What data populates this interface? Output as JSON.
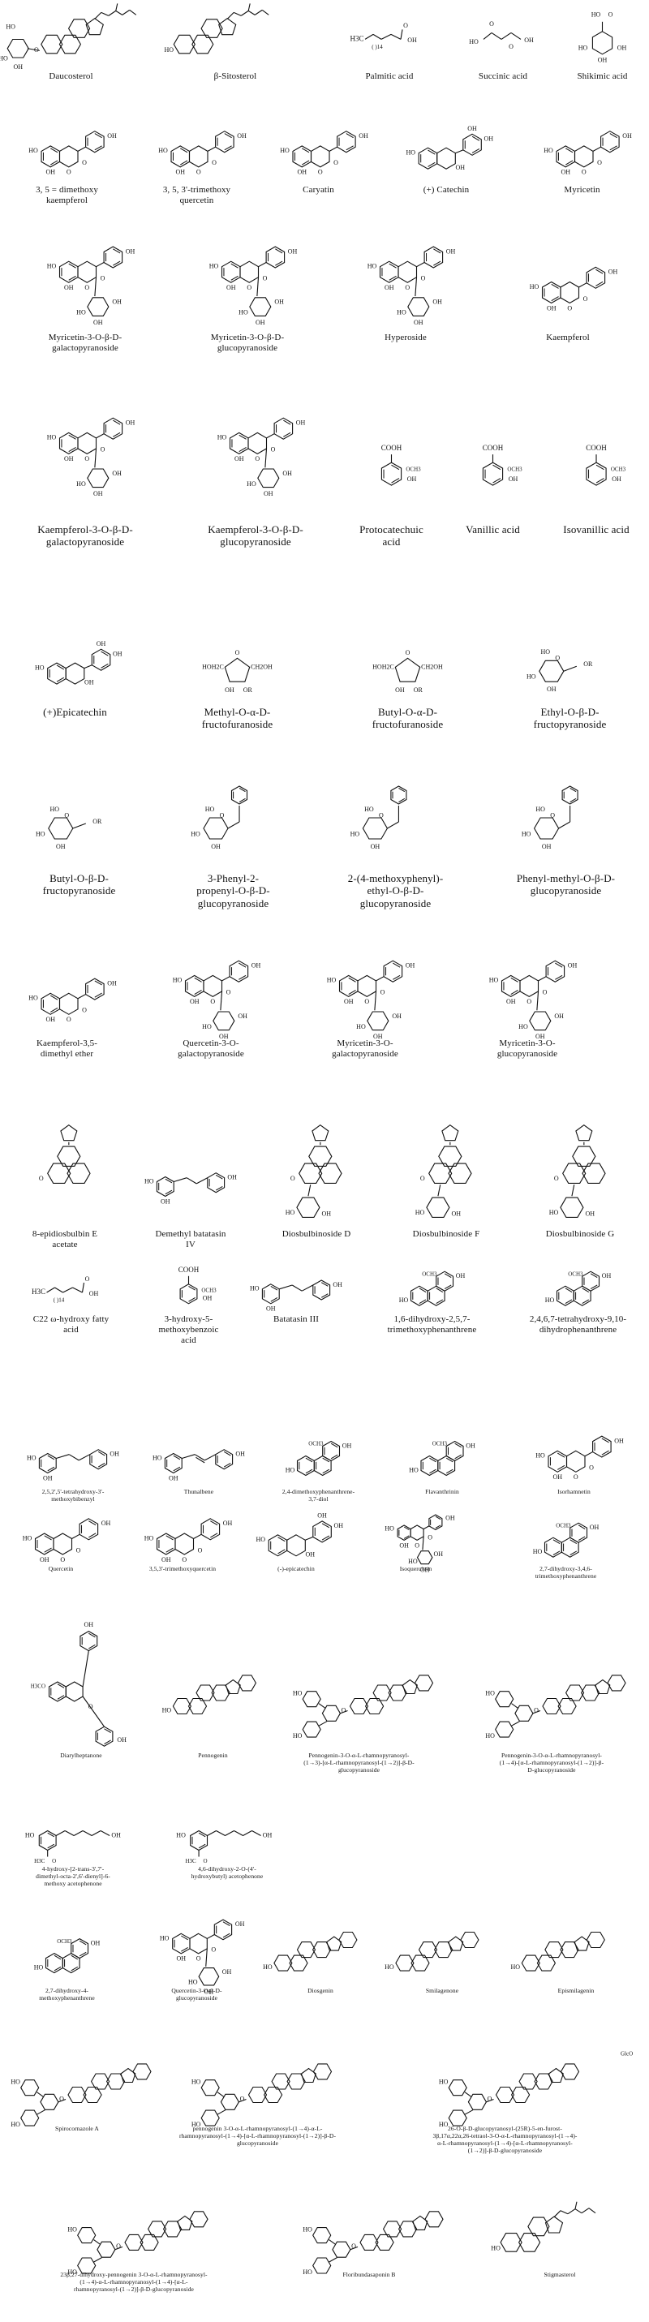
{
  "compounds": [
    {
      "id": "daucosterol",
      "label": "Daucosterol",
      "kind": "steroid_glycoside"
    },
    {
      "id": "beta-sitosterol",
      "label": "β-Sitosterol",
      "kind": "steroid"
    },
    {
      "id": "palmitic-acid",
      "label": "Palmitic acid",
      "kind": "fatty",
      "formula": "H3C-(CH2)14-COOH"
    },
    {
      "id": "succinic-acid",
      "label": "Succinic acid",
      "kind": "chain"
    },
    {
      "id": "shikimic-acid",
      "label": "Shikimic acid",
      "kind": "ring_acid"
    },
    {
      "id": "dimethoxy-kaempferol",
      "label": "3, 5 = dimethoxy\nkaempferol",
      "kind": "flavone"
    },
    {
      "id": "trimethoxy-quercetin",
      "label": "3, 5, 3'-trimethoxy\nquercetin",
      "kind": "flavone"
    },
    {
      "id": "caryatin",
      "label": "Caryatin",
      "kind": "flavone"
    },
    {
      "id": "catechin",
      "label": "(+) Catechin",
      "kind": "flavan"
    },
    {
      "id": "myricetin",
      "label": "Myricetin",
      "kind": "flavone"
    },
    {
      "id": "myricetin-3-gal",
      "label": "Myricetin-3-O-β-D-\ngalactopyranoside",
      "kind": "flavone_glycoside"
    },
    {
      "id": "myricetin-3-glc",
      "label": "Myricetin-3-O-β-D-\nglucopyranoside",
      "kind": "flavone_glycoside"
    },
    {
      "id": "hyperoside",
      "label": "Hyperoside",
      "kind": "flavone_glycoside"
    },
    {
      "id": "kaempferol",
      "label": "Kaempferol",
      "kind": "flavone"
    },
    {
      "id": "kaempferol-3-gal",
      "label": "Kaempferol-3-O-β-D-\ngalactopyranoside",
      "kind": "flavone_glycoside"
    },
    {
      "id": "kaempferol-3-glc",
      "label": "Kaempferol-3-O-β-D-\nglucopyranoside",
      "kind": "flavone_glycoside"
    },
    {
      "id": "protocatechuic-acid",
      "label": "Protocatechuic\nacid",
      "kind": "benzoic"
    },
    {
      "id": "vanillic-acid",
      "label": "Vanillic acid",
      "kind": "benzoic"
    },
    {
      "id": "isovanillic-acid",
      "label": "Isovanillic acid",
      "kind": "benzoic"
    },
    {
      "id": "epicatechin",
      "label": "(+)Epicatechin",
      "kind": "flavan"
    },
    {
      "id": "methyl-fructofuranoside",
      "label": "Methyl-O-α-D-\nfructofuranoside",
      "kind": "furanose"
    },
    {
      "id": "butyl-fructofuranoside",
      "label": "Butyl-O-α-D-\nfructofuranoside",
      "kind": "furanose"
    },
    {
      "id": "ethyl-fructopyranoside",
      "label": "Ethyl-O-β-D-\nfructopyranoside",
      "kind": "pyranose"
    },
    {
      "id": "butyl-fructopyranoside",
      "label": "Butyl-O-β-D-\nfructopyranoside",
      "kind": "pyranose"
    },
    {
      "id": "phenyl-propenyl-glc",
      "label": "3-Phenyl-2-\npropenyl-O-β-D-\nglucopyranoside",
      "kind": "aryl_glycoside"
    },
    {
      "id": "methoxyphenyl-ethyl-glc",
      "label": "2-(4-methoxyphenyl)-\nethyl-O-β-D-\nglucopyranoside",
      "kind": "aryl_glycoside"
    },
    {
      "id": "phenyl-methyl-glc",
      "label": "Phenyl-methyl-O-β-D-\nglucopyranoside",
      "kind": "aryl_glycoside"
    },
    {
      "id": "kaempferol-dimethyl-ether",
      "label": "Kaempferol-3,5-\ndimethyl ether",
      "kind": "flavone"
    },
    {
      "id": "quercetin-3-gal",
      "label": "Quercetin-3-O-\ngalactopyranoside",
      "kind": "flavone_glycoside"
    },
    {
      "id": "myricetin-3-o-gal",
      "label": "Myricetin-3-O-\ngalactopyranoside",
      "kind": "flavone_glycoside"
    },
    {
      "id": "myricetin-3-o-glc",
      "label": "Myricetin-3-O-\nglucopyranoside",
      "kind": "flavone_glycoside"
    },
    {
      "id": "epidiosbulbin-e-acetate",
      "label": "8-epidiosbulbin E\nacetate",
      "kind": "diterpene"
    },
    {
      "id": "demethyl-batatasin-iv",
      "label": "Demethyl batatasin\nIV",
      "kind": "bibenzyl"
    },
    {
      "id": "diosbulbinoside-d",
      "label": "Diosbulbinoside D",
      "kind": "diterpene_glycoside"
    },
    {
      "id": "diosbulbinoside-f",
      "label": "Diosbulbinoside F",
      "kind": "diterpene_glycoside"
    },
    {
      "id": "diosbulbinoside-g",
      "label": "Diosbulbinoside G",
      "kind": "diterpene_glycoside"
    },
    {
      "id": "c22-fatty-acid",
      "label": "C22 ω-hydroxy fatty\nacid",
      "kind": "fatty"
    },
    {
      "id": "hydroxy-methoxybenzoic",
      "label": "3-hydroxy-5-\nmethoxybenzoic\nacid",
      "kind": "benzoic"
    },
    {
      "id": "batatasin-iii",
      "label": "Batatasin III",
      "kind": "bibenzyl"
    },
    {
      "id": "dihydroxy-trimethoxyphenanthrene",
      "label": "1,6-dihydroxy-2,5,7-\ntrimethoxyphenanthrene",
      "kind": "phenanthrene"
    },
    {
      "id": "tetrahydroxy-dihydrophenanthrene",
      "label": "2,4,6,7-tetrahydroxy-9,10-\ndihydrophenanthrene",
      "kind": "phenanthrene"
    },
    {
      "id": "tetrahydroxy-bibenzyl",
      "label": "2,5,2',5'-tetrahydroxy-3'-\nmethoxybibenzyl",
      "kind": "bibenzyl"
    },
    {
      "id": "thunalbene",
      "label": "Thunalbene",
      "kind": "stilbene"
    },
    {
      "id": "dimethoxyphenanthrene-diol",
      "label": "2,4-dimethoxyphenanthrene-\n3,7-diol",
      "kind": "phenanthrene"
    },
    {
      "id": "flavanthrinin",
      "label": "Flavanthrinin",
      "kind": "phenanthrene"
    },
    {
      "id": "isorhamnetin",
      "label": "Isorhamnetin",
      "kind": "flavone"
    },
    {
      "id": "quercetin",
      "label": "Quercetin",
      "kind": "flavone"
    },
    {
      "id": "trimethoxyquercetin",
      "label": "3,5,3'-trimethoxyquercetin",
      "kind": "flavone"
    },
    {
      "id": "minus-epicatechin",
      "label": "(-)-epicatechin",
      "kind": "flavan"
    },
    {
      "id": "isoquercitrin",
      "label": "Isoquercitrin",
      "kind": "flavone_glycoside"
    },
    {
      "id": "dihydroxy-trimethoxyphenanthrene-2",
      "label": "2,7-dihydroxy-3,4,6-\ntrimethoxyphenanthrene",
      "kind": "phenanthrene"
    },
    {
      "id": "diarylheptanone",
      "label": "Diarylheptanone",
      "kind": "diarylheptanoid"
    },
    {
      "id": "pennogenin",
      "label": "Pennogenin",
      "kind": "spirostanol"
    },
    {
      "id": "pennogenin-tri",
      "label": "Pennogenin-3-O-α-L-rhamnopyranosyl-\n(1→3)-[α-L-rhamnopyranosyl-(1→2)]-β-D-\nglucopyranoside",
      "kind": "saponin"
    },
    {
      "id": "pennogenin-tetra",
      "label": "Pennogenin-3-O-α-L-rhamnopyranosyl-\n(1→4)-[α-L-rhamnopyranosyl-(1→2)]-β-\nD-glucopyranoside",
      "kind": "saponin"
    },
    {
      "id": "hydroxy-dimethyl-acetophenone",
      "label": "4-hydroxy-[2-trans-3',7'-\ndimethyl-octa-2',6'-dienyl]-6-\nmethoxy acetophenone",
      "kind": "acetophenone"
    },
    {
      "id": "dihydroxy-acetophenone",
      "label": "4,6-dihydroxy-2-O-(4'-\nhydroxybutyl) acetophenone",
      "kind": "acetophenone"
    },
    {
      "id": "dihydroxy-methoxyphenanthrene",
      "label": "2,7-dihydroxy-4-\nmethoxyphenanthrene",
      "kind": "phenanthrene"
    },
    {
      "id": "quercetin-3-glc",
      "label": "Quercetin-3-O-β-D-\nglucopyranoside",
      "kind": "flavone_glycoside"
    },
    {
      "id": "diosgenin",
      "label": "Diosgenin",
      "kind": "spirostanol"
    },
    {
      "id": "smilagenone",
      "label": "Smilagenone",
      "kind": "spirostanol"
    },
    {
      "id": "epismilagenin",
      "label": "Epismilagenin",
      "kind": "spirostanol"
    },
    {
      "id": "spirocornazole-a",
      "label": "Spirocornazole A",
      "kind": "saponin"
    },
    {
      "id": "pennogenin-rha-rha",
      "label": "pennogenin 3-O-α-L-rhamnopyranosyl-(1→4)-α-L-\nrhamnopyranosyl-(1→4)-[α-L-rhamnopyranosyl-(1→2)]-β-D-\nglucopyranoside",
      "kind": "saponin"
    },
    {
      "id": "furost-glucoside",
      "label": "26-O-β-D-glucopyranosyl-(25R)-5-en-furost-\n3β,17α,22α,26-tetraol-3-O-α-L-rhamnopyranosyl-(1→4)-\nα-L-rhamnopyranosyl-(1→4)-[α-L-rhamnopyranosyl-\n(1→2)]-β-D-glucopyranoside",
      "kind": "furostanol",
      "note_label": "GlcO"
    },
    {
      "id": "dihydroxy-pennogenin",
      "label": "23β,27-dihydroxy-pennogenin 3-O-α-L-rhamnopyranosyl-\n(1→4)-α-L-rhamnopyranosyl-(1→4)-[α-L-\nrhamnopyranosyl-(1→2)]-β-D-glucopyranoside",
      "kind": "saponin"
    },
    {
      "id": "floribundasaponin-b",
      "label": "Floribundasaponin B",
      "kind": "saponin"
    },
    {
      "id": "stigmasterol",
      "label": "Stigmasterol",
      "kind": "steroid"
    }
  ]
}
